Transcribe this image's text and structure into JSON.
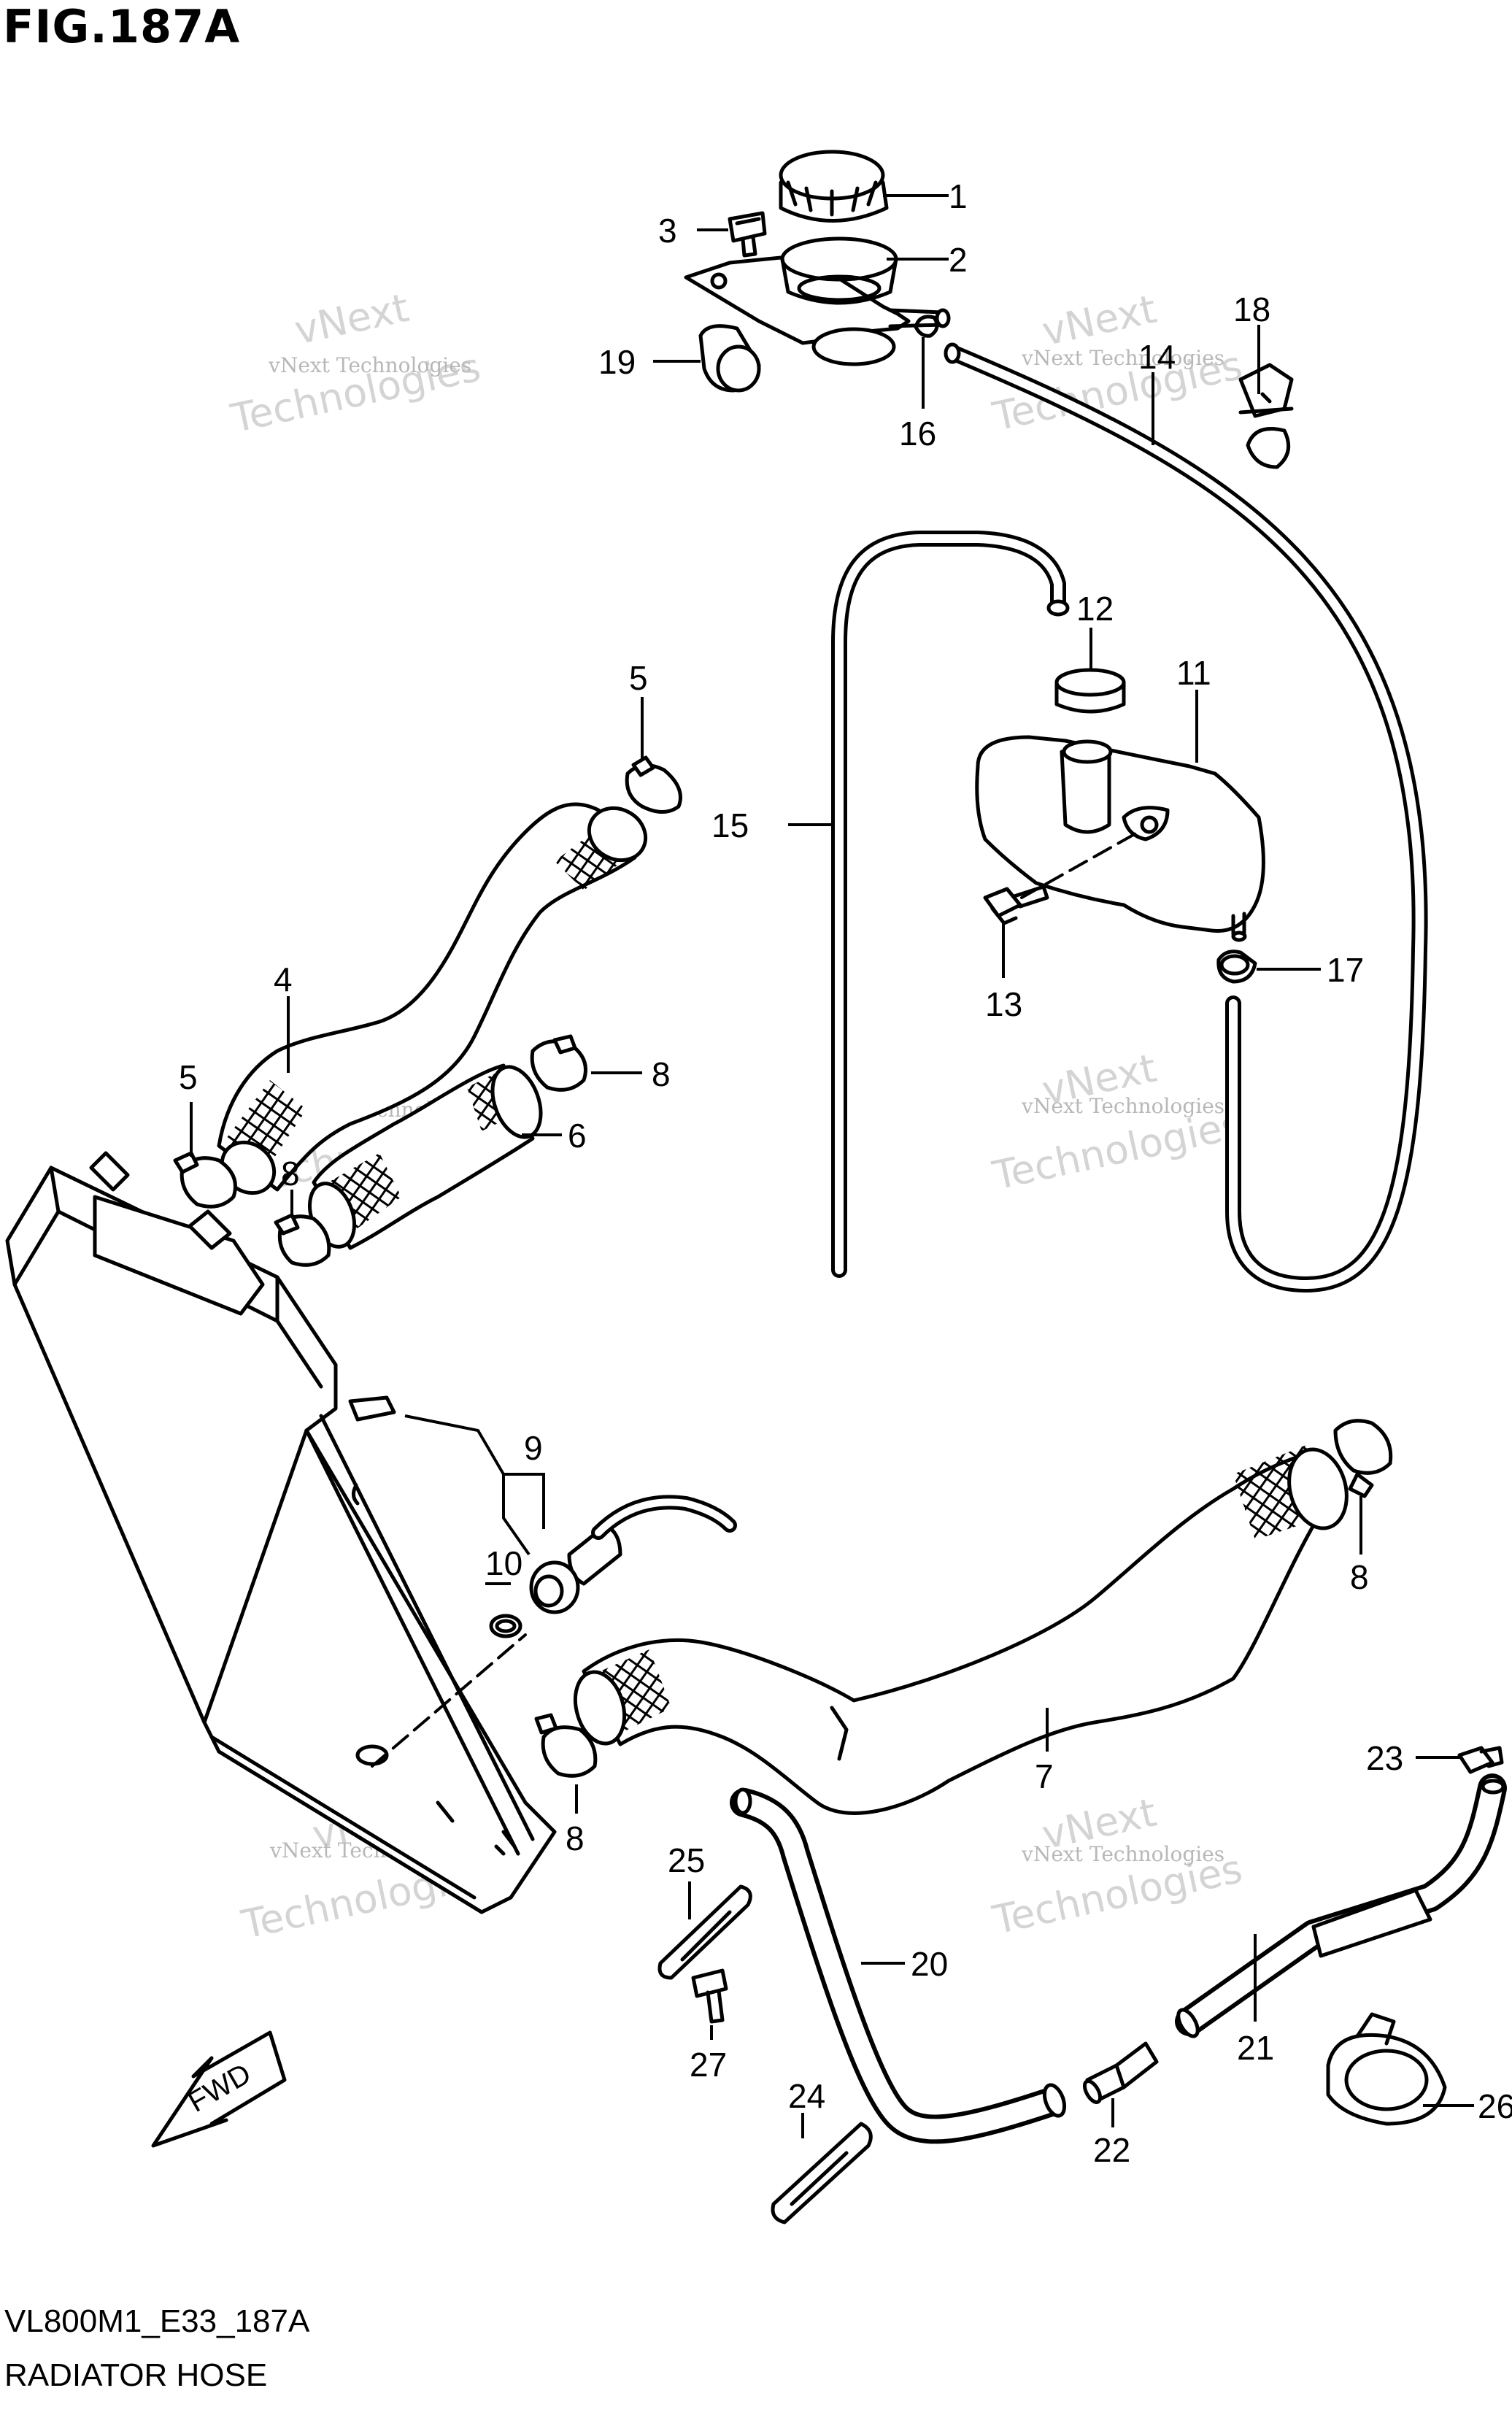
{
  "figure": {
    "title": "FIG.187A",
    "code": "VL800M1_E33_187A",
    "name": "RADIATOR HOSE"
  },
  "watermark": {
    "line1": "vNext Technologies",
    "line2": "Technologies",
    "line3": "vNext"
  },
  "fwd_label": "FWD",
  "callouts": {
    "c1": "1",
    "c2": "2",
    "c3": "3",
    "c4": "4",
    "c5a": "5",
    "c5b": "5",
    "c6": "6",
    "c7": "7",
    "c8a": "8",
    "c8b": "8",
    "c8c": "8",
    "c8d": "8",
    "c9": "9",
    "c10": "10",
    "c11": "11",
    "c12": "12",
    "c13": "13",
    "c14": "14",
    "c15": "15",
    "c16": "16",
    "c17": "17",
    "c18": "18",
    "c19": "19",
    "c20": "20",
    "c21": "21",
    "c22": "22",
    "c23": "23",
    "c24": "24",
    "c25": "25",
    "c26": "26",
    "c27": "27"
  }
}
